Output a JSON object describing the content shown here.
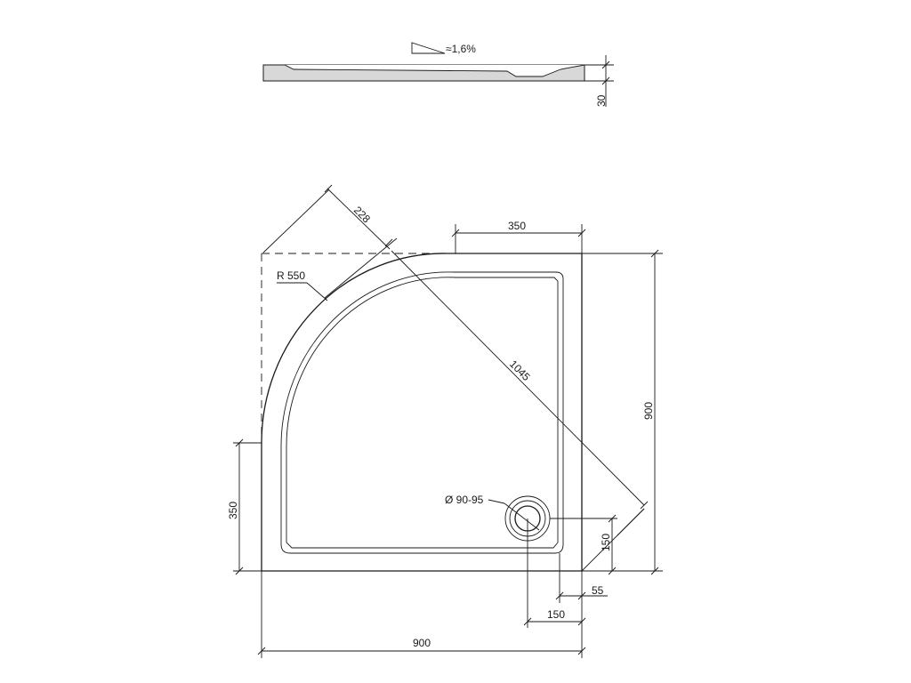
{
  "side_view": {
    "slope_label": "≈1,6%",
    "height_label": "30"
  },
  "plan_view": {
    "corner_diagonal_label": "228",
    "top_straight_label": "350",
    "radius_label": "R 550",
    "diagonal_label": "1045",
    "right_height_label": "900",
    "drain_label": "Ø 90-95",
    "left_straight_label": "350",
    "drain_offset_y_label": "150",
    "drain_edge_label": "55",
    "drain_offset_x_label": "150",
    "bottom_width_label": "900"
  }
}
